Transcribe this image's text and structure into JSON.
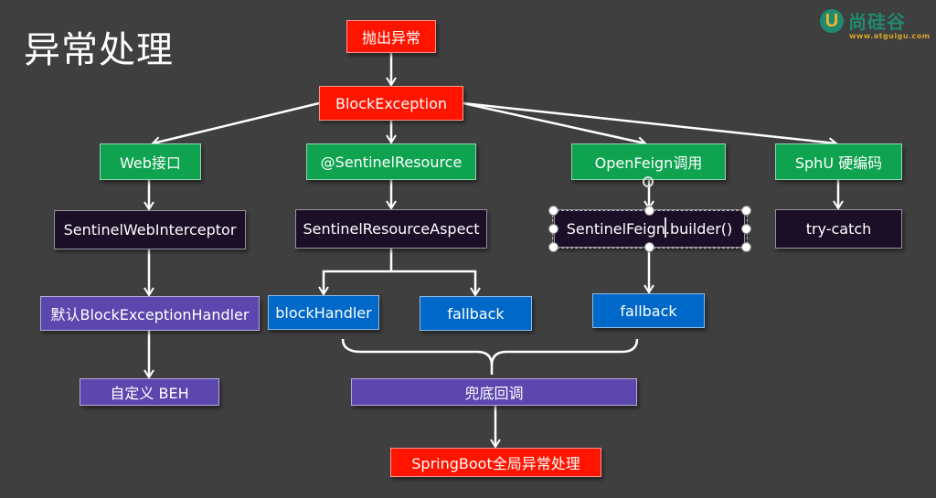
{
  "slide": {
    "title": "异常处理",
    "logo": {
      "mark": "U",
      "name": "尚硅谷",
      "url_text": "www.atguigu.com"
    }
  },
  "colors": {
    "background": "#3f3f3f",
    "red": "#ff1400",
    "green": "#0fa350",
    "dark": "#1b0f28",
    "purple": "#5b47ae",
    "blue": "#0068c8",
    "connector": "#ffffff"
  },
  "nodes": {
    "throw": "抛出异常",
    "block_exception": "BlockException",
    "web_api": "Web接口",
    "sentinel_resource": "@SentinelResource",
    "openfeign": "OpenFeign调用",
    "sphu": "SphU 硬编码",
    "web_interceptor": "SentinelWebInterceptor",
    "resource_aspect": "SentinelResourceAspect",
    "feign_builder": "SentinelFeign.builder()",
    "try_catch": "try-catch",
    "default_handler": "默认BlockExceptionHandler",
    "custom_beh": "自定义 BEH",
    "block_handler": "blockHandler",
    "fallback_resource": "fallback",
    "fallback_feign": "fallback",
    "fallback_group": "兜底回调",
    "global_handler": "SpringBoot全局异常处理"
  },
  "edges": [
    [
      "throw",
      "block_exception"
    ],
    [
      "block_exception",
      "web_api"
    ],
    [
      "block_exception",
      "sentinel_resource"
    ],
    [
      "block_exception",
      "openfeign"
    ],
    [
      "block_exception",
      "sphu"
    ],
    [
      "web_api",
      "web_interceptor"
    ],
    [
      "sentinel_resource",
      "resource_aspect"
    ],
    [
      "openfeign",
      "feign_builder"
    ],
    [
      "sphu",
      "try_catch"
    ],
    [
      "web_interceptor",
      "default_handler"
    ],
    [
      "default_handler",
      "custom_beh"
    ],
    [
      "resource_aspect",
      "block_handler"
    ],
    [
      "resource_aspect",
      "fallback_resource"
    ],
    [
      "feign_builder",
      "fallback_feign"
    ],
    [
      "block_handler|fallback_resource|fallback_feign",
      "fallback_group"
    ],
    [
      "fallback_group",
      "global_handler"
    ]
  ],
  "selection": {
    "selected_node": "feign_builder"
  }
}
